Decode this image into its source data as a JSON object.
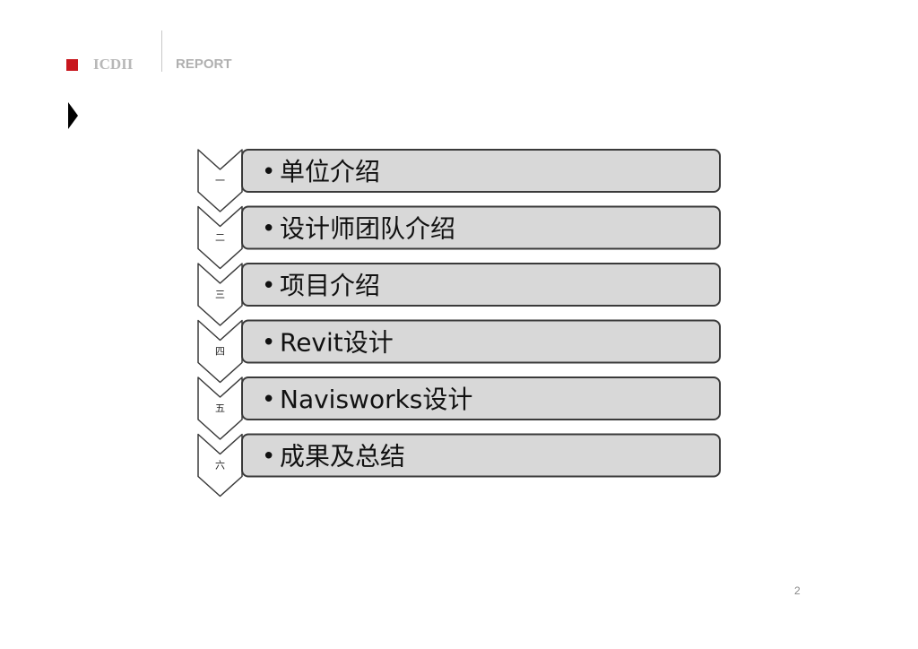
{
  "header": {
    "logo_text": "ICDII",
    "report_label": "REPORT"
  },
  "toc": {
    "items": [
      {
        "number": "一",
        "label": "单位介绍"
      },
      {
        "number": "二",
        "label": "设计师团队介绍"
      },
      {
        "number": "三",
        "label": "项目介绍"
      },
      {
        "number": "四",
        "label": "Revit设计"
      },
      {
        "number": "五",
        "label": "Navisworks设计"
      },
      {
        "number": "六",
        "label": "成果及总结"
      }
    ],
    "bullet": "•"
  },
  "colors": {
    "accent": "#c8161d",
    "box_fill": "#d8d8d8",
    "box_stroke": "#3a3a3a"
  },
  "page_number": "2"
}
